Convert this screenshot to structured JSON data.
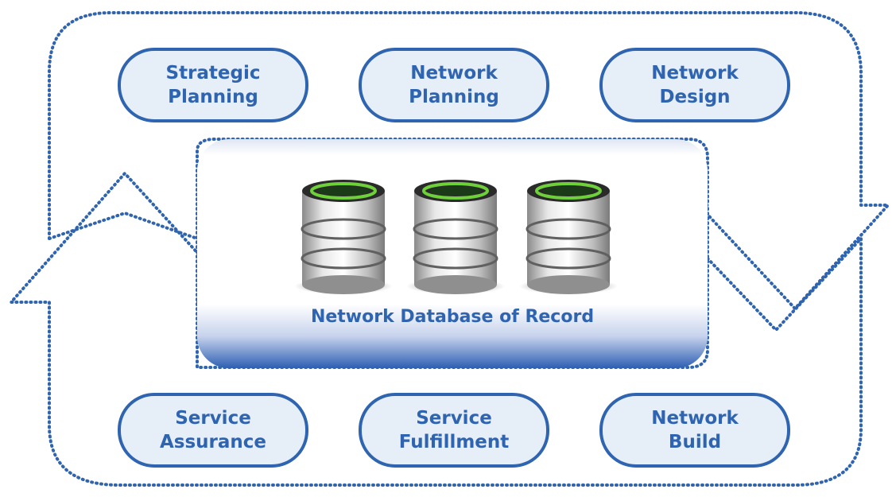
{
  "stages_top": [
    {
      "line1": "Strategic",
      "line2": "Planning"
    },
    {
      "line1": "Network",
      "line2": "Planning"
    },
    {
      "line1": "Network",
      "line2": "Design"
    }
  ],
  "stages_bottom": [
    {
      "line1": "Service",
      "line2": "Assurance"
    },
    {
      "line1": "Service",
      "line2": "Fulfillment"
    },
    {
      "line1": "Network",
      "line2": "Build"
    }
  ],
  "center": {
    "label": "Network Database of Record",
    "database_icons": [
      "database-icon",
      "database-icon",
      "database-icon"
    ]
  },
  "colors": {
    "accent": "#2f64b0",
    "pill_fill": "#e6eef8",
    "dotted_line": "#2f64b0",
    "db_ring": "#6fd13a"
  }
}
